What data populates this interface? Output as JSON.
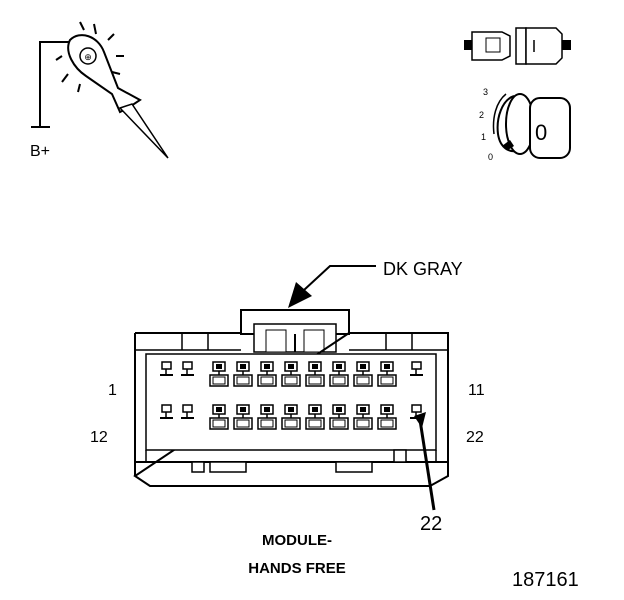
{
  "probe": {
    "label": "B+"
  },
  "ignition": {
    "positions": [
      "3",
      "2",
      "1",
      "0"
    ],
    "key_label": "0"
  },
  "connector": {
    "color_label": "DK GRAY",
    "pin_labels": {
      "top_left": "1",
      "bottom_left": "12",
      "top_right": "11",
      "bottom_right": "22"
    },
    "callout_pin": "22",
    "name_line1": "MODULE-",
    "name_line2": "HANDS FREE"
  },
  "figure_number": "187161"
}
